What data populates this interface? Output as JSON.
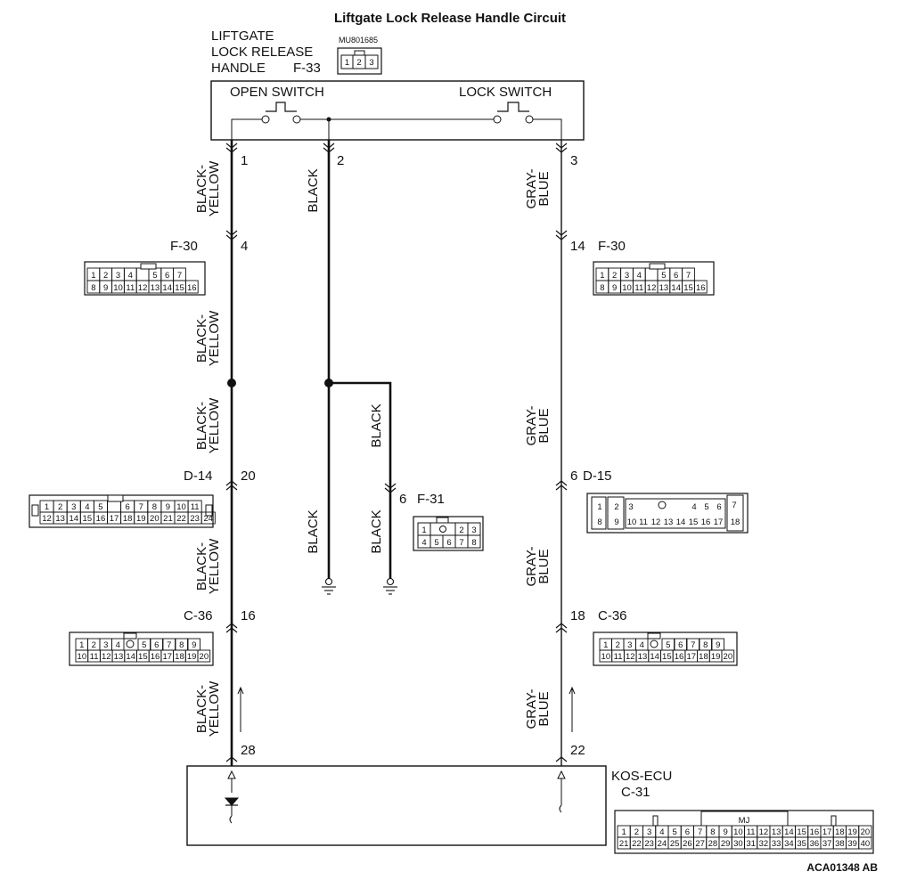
{
  "title": "Liftgate Lock Release Handle Circuit",
  "top_component": {
    "name_lines": [
      "LIFTGATE",
      "LOCK RELEASE",
      "HANDLE"
    ],
    "connector": "F-33",
    "part_code": "MU801685",
    "pins": [
      "1",
      "2",
      "3"
    ],
    "switches": {
      "open": "OPEN SWITCH",
      "lock": "LOCK SWITCH"
    }
  },
  "wires": {
    "left": {
      "color_lines_a": [
        "BLACK-",
        "YELLOW"
      ],
      "pins": [
        "1",
        "4",
        "20",
        "16",
        "28"
      ]
    },
    "middle": {
      "color": "BLACK",
      "pins": [
        "2"
      ]
    },
    "branch": {
      "color": "BLACK",
      "pin": "6"
    },
    "right": {
      "color_lines": [
        "GRAY-",
        "BLUE"
      ],
      "pins": [
        "3",
        "14",
        "6",
        "18",
        "22"
      ]
    }
  },
  "connectors": {
    "f30": {
      "name": "F-30",
      "row1": [
        "1",
        "2",
        "3",
        "4",
        "",
        "5",
        "6",
        "7"
      ],
      "row2": [
        "8",
        "9",
        "10",
        "11",
        "12",
        "13",
        "14",
        "15",
        "16"
      ]
    },
    "d14": {
      "name": "D-14",
      "row1": [
        "1",
        "2",
        "3",
        "4",
        "5",
        "",
        "6",
        "7",
        "8",
        "9",
        "10",
        "11"
      ],
      "row2": [
        "12",
        "13",
        "14",
        "15",
        "16",
        "17",
        "18",
        "19",
        "20",
        "21",
        "22",
        "23",
        "24"
      ]
    },
    "d15": {
      "name": "D-15",
      "top": [
        "1",
        "2",
        "3",
        "4",
        "5",
        "6",
        "7"
      ],
      "bottom": [
        "8",
        "9",
        "10",
        "11",
        "12",
        "13",
        "14",
        "15",
        "16",
        "17",
        "18"
      ]
    },
    "f31": {
      "name": "F-31",
      "row1": [
        "1",
        "2",
        "3"
      ],
      "row2": [
        "4",
        "5",
        "6",
        "7",
        "8"
      ]
    },
    "c36": {
      "name": "C-36",
      "row1": [
        "1",
        "2",
        "3",
        "4",
        "5",
        "6",
        "7",
        "8",
        "9"
      ],
      "row2": [
        "10",
        "11",
        "12",
        "13",
        "14",
        "15",
        "16",
        "17",
        "18",
        "19",
        "20"
      ]
    },
    "c31": {
      "name": "C-31",
      "code": "MJ",
      "row1": [
        "1",
        "2",
        "3",
        "4",
        "5",
        "6",
        "7",
        "8",
        "9",
        "10",
        "11",
        "12",
        "13",
        "14",
        "15",
        "16",
        "17",
        "18",
        "19",
        "20"
      ],
      "row2": [
        "21",
        "22",
        "23",
        "24",
        "25",
        "26",
        "27",
        "28",
        "29",
        "30",
        "31",
        "32",
        "33",
        "34",
        "35",
        "36",
        "37",
        "38",
        "39",
        "40"
      ]
    }
  },
  "ecu": {
    "name": "KOS-ECU"
  },
  "reference": "ACA01348 AB"
}
